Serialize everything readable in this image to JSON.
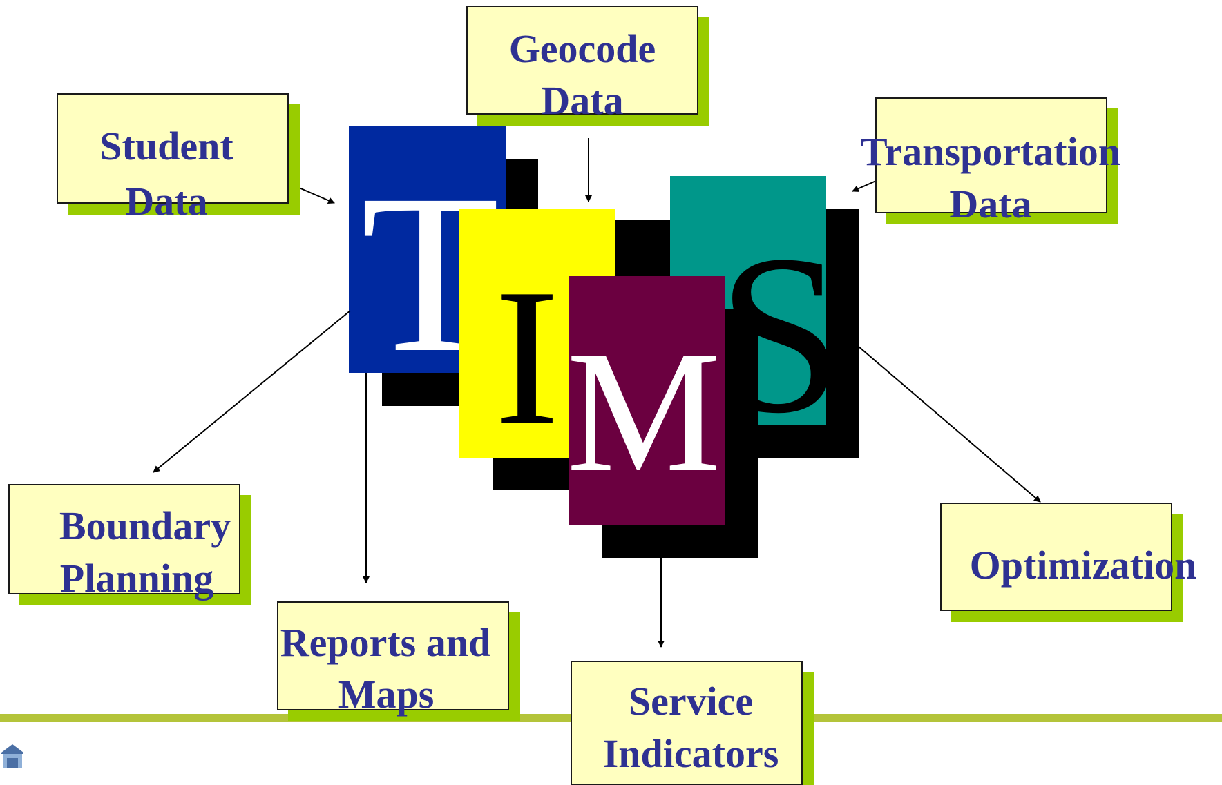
{
  "center_logo": {
    "letters": [
      "T",
      "I",
      "M",
      "S"
    ]
  },
  "inputs": {
    "student": [
      "Student",
      "Data"
    ],
    "geocode": [
      "Geocode",
      "Data"
    ],
    "transportation": [
      "Transportation",
      "Data"
    ]
  },
  "outputs": {
    "boundary": [
      "Boundary",
      "Planning"
    ],
    "reports": [
      "Reports and",
      "Maps"
    ],
    "service": [
      "Service",
      "Indicators"
    ],
    "optimization": [
      "Optimization"
    ]
  },
  "colors": {
    "label_fill": "#ffffc0",
    "label_shadow": "#99cc00",
    "label_text": "#2e3192",
    "t_block": "#0029a0",
    "i_block": "#ffff00",
    "m_block": "#6b0040",
    "s_block": "#00978a",
    "footer_rule": "#b4c43a"
  },
  "icons": [
    "arrow-icon",
    "house-logo-icon"
  ]
}
